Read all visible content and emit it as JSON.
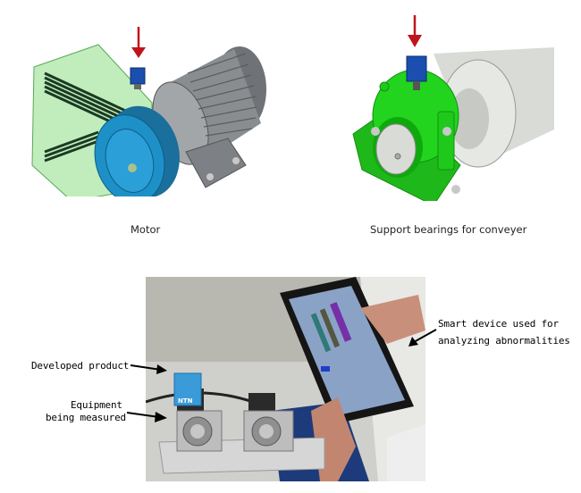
{
  "figures": [
    {
      "id": "motor",
      "caption": "Motor",
      "sensor_marker": "red-down-arrow",
      "colors": {
        "arrow": "#c0141c",
        "guard": "#9fe39a",
        "pulley": "#1e90c8",
        "belt": "#1a3a22",
        "motor_body": "#8a8d90",
        "sensor": "#1a4fb0"
      }
    },
    {
      "id": "conveyor-bearing",
      "caption": "Support bearings for conveyer",
      "sensor_marker": "red-down-arrow",
      "colors": {
        "arrow": "#c0141c",
        "housing": "#22d41e",
        "roller": "#d8dbd6",
        "sensor": "#1a4fb0"
      }
    }
  ],
  "photo": {
    "description": "Demonstration setup with sensor and tablet",
    "callouts": [
      {
        "id": "developed-product",
        "label": "Developed product"
      },
      {
        "id": "equipment",
        "line1": "Equipment",
        "line2": "being measured"
      },
      {
        "id": "smart-device",
        "line1": "Smart device used for",
        "line2": "analyzing abnormalities"
      }
    ],
    "sensor_brand": "NTN"
  }
}
